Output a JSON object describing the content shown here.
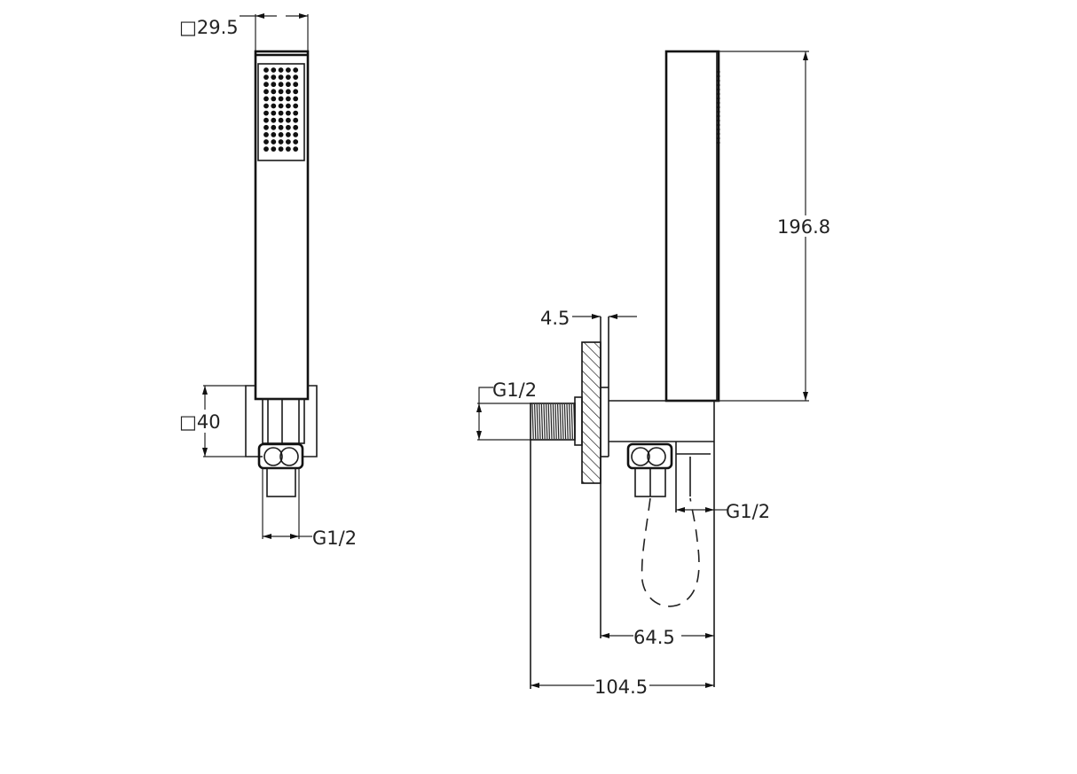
{
  "labels": {
    "head_width": "□29.5",
    "bracket_size": "□40",
    "left_thread": "G1/2",
    "height": "196.8",
    "plate_thickness": "4.5",
    "inlet_thread": "G1/2",
    "outlet_thread": "G1/2",
    "bracket_depth": "64.5",
    "total_depth": "104.5"
  },
  "colors": {
    "line": "#1a1a1a",
    "background": "#ffffff"
  }
}
